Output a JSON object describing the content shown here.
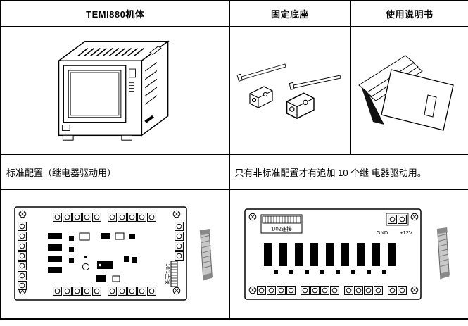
{
  "table": {
    "headers": {
      "col1": "TEMI880机体",
      "col2": "固定底座",
      "col3": "使用说明书"
    },
    "captions": {
      "left": "标准配置（继电器驱动用）",
      "right": "只有非标准配置才有追加 10 个继 电器驱动用。"
    }
  },
  "boards": {
    "left": {
      "connector_label": "10/1连接"
    },
    "right": {
      "connector_label": "1/02连接",
      "gnd_label": "GND",
      "v12_label": "+12V"
    }
  },
  "illustrations": {
    "device": "temi880-controller-line-drawing",
    "bracket": "mounting-brackets-line-drawing",
    "manual": "instruction-books-line-drawing",
    "board_left": "relay-driver-board-standard",
    "board_right": "relay-driver-board-optional",
    "cable": "ribbon-cable"
  },
  "colors": {
    "border": "#000000",
    "background": "#ffffff",
    "cable_fill": "#c9c9c9"
  }
}
